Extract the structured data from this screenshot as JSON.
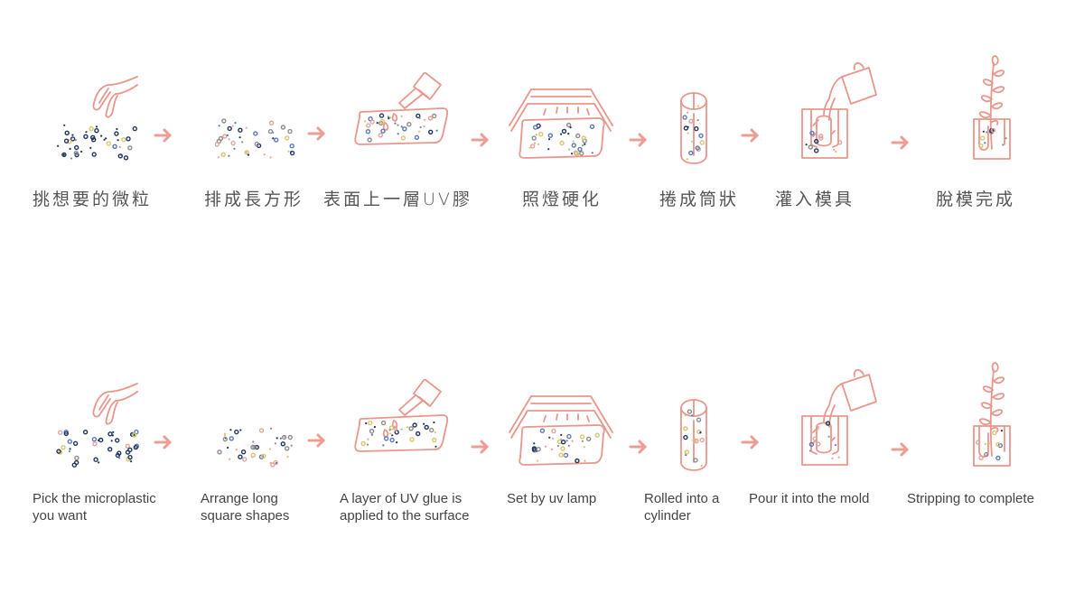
{
  "colors": {
    "line": "#e9968c",
    "arrow": "#ef9c93",
    "dot_navy": "#1e3560",
    "dot_blue": "#5a78b8",
    "dot_pink": "#e0a49a",
    "dot_gray": "#8e8a90",
    "dot_yellow": "#d9c470",
    "text": "#555555"
  },
  "steps": [
    {
      "icon": "tweezers-picking-particles-icon",
      "zh": "挑想要的微粒",
      "en": "Pick the microplastic\nyou want"
    },
    {
      "icon": "particles-rectangle-icon",
      "zh": "排成長方形",
      "en": "Arrange long\nsquare shapes"
    },
    {
      "icon": "glue-brush-icon",
      "zh": "表面上一層UV膠",
      "en": "A layer of UV glue is\napplied to the surface"
    },
    {
      "icon": "uv-lamp-icon",
      "zh": "照燈硬化",
      "en": "Set by uv lamp"
    },
    {
      "icon": "cylinder-roll-icon",
      "zh": "捲成筒狀",
      "en": "Rolled into a\ncylinder"
    },
    {
      "icon": "pour-into-mold-icon",
      "zh": "灌入模具",
      "en": "Pour it into the mold"
    },
    {
      "icon": "finished-plant-holder-icon",
      "zh": "脫模完成",
      "en": "Stripping to complete"
    }
  ]
}
